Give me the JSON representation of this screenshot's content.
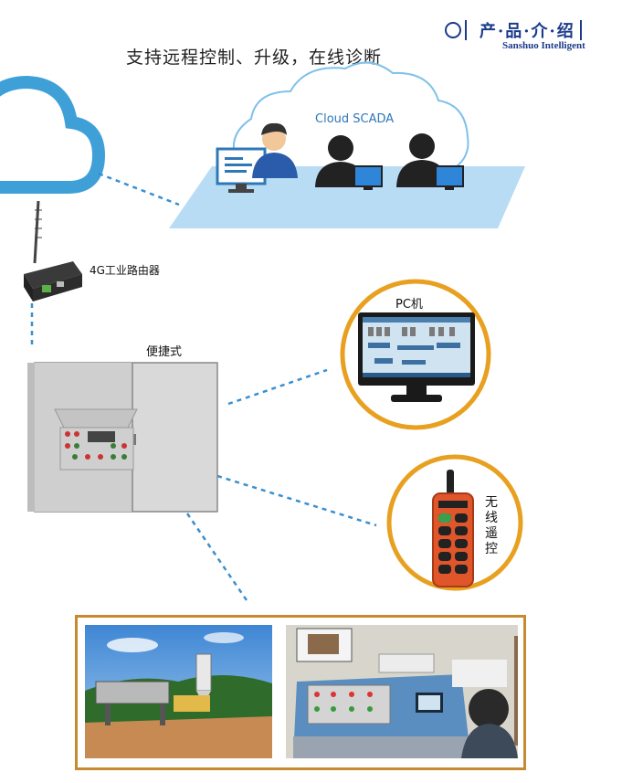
{
  "brand": {
    "name_cn": "产·品·介·绍",
    "name_en": "Sanshuo Intelligent",
    "color": "#1b3a8a"
  },
  "headline": "支持远程控制、升级，在线诊断",
  "cloud": {
    "label": "Cloud SCADA",
    "color": "#2f78b8"
  },
  "router": {
    "label": "4G工业路由器"
  },
  "cabinet": {
    "label": "便捷式"
  },
  "pc": {
    "label": "PC机"
  },
  "remote": {
    "label": [
      "无",
      "线",
      "遥",
      "控"
    ]
  },
  "colors": {
    "accent_orange": "#e8a020",
    "frame_brown": "#c88a30",
    "dashed_line": "#3a8fd0",
    "platform": "#b8dcf4"
  }
}
